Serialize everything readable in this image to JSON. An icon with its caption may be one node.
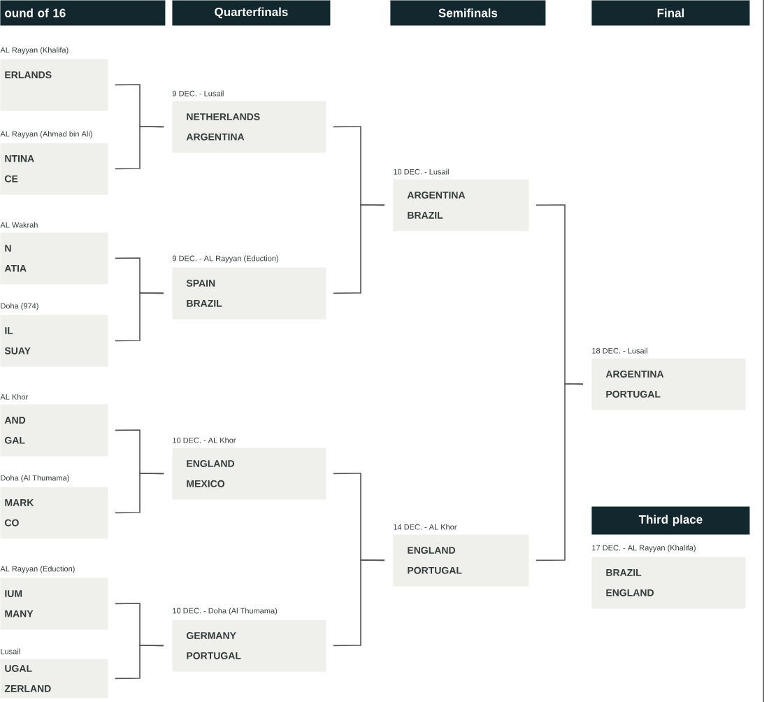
{
  "diagram": {
    "nodes": [
      {
        "text": [
          "ound of 16"
        ]
      },
      {
        "text": [
          "Quarterfinals"
        ]
      },
      {
        "text": [
          "Semifinals"
        ]
      },
      {
        "text": [
          "Final"
        ]
      },
      {
        "text": [
          "AL Rayyan (Khalifa)",
          "ERLANDS"
        ]
      },
      {
        "text": [
          "AL Rayyan (Ahmad bin Ali)",
          "NTINA",
          "CE"
        ]
      },
      {
        "text": [
          "AL Wakrah",
          "N",
          "ATIA"
        ]
      },
      {
        "text": [
          "Doha (974)",
          "IL",
          "SUAY"
        ]
      },
      {
        "text": [
          "AL Khor",
          "AND",
          "GAL"
        ]
      },
      {
        "text": [
          "Doha (Al Thumama)",
          "MARK",
          "CO"
        ]
      },
      {
        "text": [
          "AL Rayyan (Eduction)",
          "IUM",
          "MANY"
        ]
      },
      {
        "text": [
          "Lusail",
          "UGAL",
          "ZERLAND"
        ]
      },
      {
        "text": [
          "9 DEC. - Lusail",
          "NETHERLANDS",
          "ARGENTINA"
        ]
      },
      {
        "text": [
          "9 DEC. - AL Rayyan (Eduction)",
          "SPAIN",
          "BRAZIL"
        ]
      },
      {
        "text": [
          "10 DEC. - AL Khor",
          "ENGLAND",
          "MEXICO"
        ]
      },
      {
        "text": [
          "10 DEC. - Doha (Al Thumama)",
          "GERMANY",
          "PORTUGAL"
        ]
      },
      {
        "text": [
          "10 DEC. - Lusail",
          "ARGENTINA",
          "BRAZIL"
        ]
      },
      {
        "text": [
          "14 DEC. - AL Khor",
          "ENGLAND",
          "PORTUGAL"
        ]
      },
      {
        "text": [
          "18 DEC. - Lusail",
          "ARGENTINA",
          "PORTUGAL"
        ]
      },
      {
        "text": [
          "Third place"
        ]
      },
      {
        "text": [
          "17 DEC. - AL Rayyan (Khalifa)",
          "BRAZIL",
          "ENGLAND"
        ]
      }
    ],
    "edges": [
      {
        "from": 4,
        "to": 12,
        "arrow": "none"
      },
      {
        "from": 5,
        "to": 12,
        "arrow": "none"
      },
      {
        "from": 6,
        "to": 13,
        "arrow": "none"
      },
      {
        "from": 7,
        "to": 13,
        "arrow": "none"
      },
      {
        "from": 8,
        "to": 14,
        "arrow": "none"
      },
      {
        "from": 9,
        "to": 14,
        "arrow": "none"
      },
      {
        "from": 10,
        "to": 15,
        "arrow": "none"
      },
      {
        "from": 11,
        "to": 15,
        "arrow": "none"
      },
      {
        "from": 12,
        "to": 16,
        "arrow": "none"
      },
      {
        "from": 13,
        "to": 16,
        "arrow": "none"
      },
      {
        "from": 14,
        "to": 17,
        "arrow": "none"
      },
      {
        "from": 15,
        "to": 17,
        "arrow": "none"
      },
      {
        "from": 16,
        "to": 18,
        "arrow": "none"
      },
      {
        "from": 17,
        "to": 18,
        "arrow": "none"
      }
    ]
  }
}
